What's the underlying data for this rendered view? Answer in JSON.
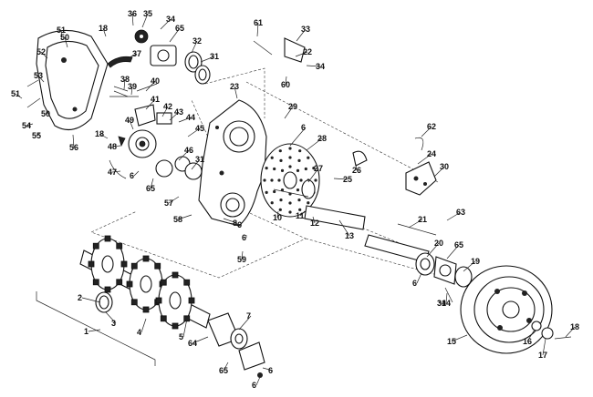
{
  "callouts": [
    {
      "id": "1",
      "text": "1"
    },
    {
      "id": "2",
      "text": "2"
    },
    {
      "id": "3",
      "text": "3"
    },
    {
      "id": "4",
      "text": "4"
    },
    {
      "id": "5",
      "text": "5"
    },
    {
      "id": "6a",
      "text": "6"
    },
    {
      "id": "6b",
      "text": "6"
    },
    {
      "id": "6c",
      "text": "6"
    },
    {
      "id": "6d",
      "text": "6"
    },
    {
      "id": "6e",
      "text": "6"
    },
    {
      "id": "6f",
      "text": "6"
    },
    {
      "id": "6g",
      "text": "6"
    },
    {
      "id": "7",
      "text": "7"
    },
    {
      "id": "8",
      "text": "8"
    },
    {
      "id": "10",
      "text": "10"
    },
    {
      "id": "11",
      "text": "11"
    },
    {
      "id": "12",
      "text": "12"
    },
    {
      "id": "13",
      "text": "13"
    },
    {
      "id": "14",
      "text": "14"
    },
    {
      "id": "15",
      "text": "15"
    },
    {
      "id": "16",
      "text": "16"
    },
    {
      "id": "17",
      "text": "17"
    },
    {
      "id": "18a",
      "text": "18"
    },
    {
      "id": "18b",
      "text": "18"
    },
    {
      "id": "18c",
      "text": "18"
    },
    {
      "id": "19",
      "text": "19"
    },
    {
      "id": "20",
      "text": "20"
    },
    {
      "id": "21",
      "text": "21"
    },
    {
      "id": "22",
      "text": "22"
    },
    {
      "id": "23",
      "text": "23"
    },
    {
      "id": "24",
      "text": "24"
    },
    {
      "id": "25",
      "text": "25"
    },
    {
      "id": "26",
      "text": "26"
    },
    {
      "id": "27",
      "text": "27"
    },
    {
      "id": "28",
      "text": "28"
    },
    {
      "id": "29",
      "text": "29"
    },
    {
      "id": "30",
      "text": "30"
    },
    {
      "id": "31a",
      "text": "31"
    },
    {
      "id": "31b",
      "text": "31"
    },
    {
      "id": "32",
      "text": "32"
    },
    {
      "id": "33",
      "text": "33"
    },
    {
      "id": "34a",
      "text": "34"
    },
    {
      "id": "34b",
      "text": "34"
    },
    {
      "id": "34c",
      "text": "34"
    },
    {
      "id": "35",
      "text": "35"
    },
    {
      "id": "36",
      "text": "36"
    },
    {
      "id": "37",
      "text": "37"
    },
    {
      "id": "38",
      "text": "38"
    },
    {
      "id": "39",
      "text": "39"
    },
    {
      "id": "40",
      "text": "40"
    },
    {
      "id": "41",
      "text": "41"
    },
    {
      "id": "42",
      "text": "42"
    },
    {
      "id": "43",
      "text": "43"
    },
    {
      "id": "44",
      "text": "44"
    },
    {
      "id": "45",
      "text": "45"
    },
    {
      "id": "46",
      "text": "46"
    },
    {
      "id": "47",
      "text": "47"
    },
    {
      "id": "48",
      "text": "48"
    },
    {
      "id": "49",
      "text": "49"
    },
    {
      "id": "50a",
      "text": "50"
    },
    {
      "id": "50b",
      "text": "50"
    },
    {
      "id": "51a",
      "text": "51"
    },
    {
      "id": "51b",
      "text": "51"
    },
    {
      "id": "52",
      "text": "52"
    },
    {
      "id": "53",
      "text": "53"
    },
    {
      "id": "54",
      "text": "54"
    },
    {
      "id": "55",
      "text": "55"
    },
    {
      "id": "56",
      "text": "56"
    },
    {
      "id": "57",
      "text": "57"
    },
    {
      "id": "58",
      "text": "58"
    },
    {
      "id": "59",
      "text": "59"
    },
    {
      "id": "60",
      "text": "60"
    },
    {
      "id": "61",
      "text": "61"
    },
    {
      "id": "62",
      "text": "62"
    },
    {
      "id": "63",
      "text": "63"
    },
    {
      "id": "64",
      "text": "64"
    },
    {
      "id": "65a",
      "text": "65"
    },
    {
      "id": "65b",
      "text": "65"
    },
    {
      "id": "65c",
      "text": "65"
    },
    {
      "id": "65d",
      "text": "65"
    }
  ]
}
